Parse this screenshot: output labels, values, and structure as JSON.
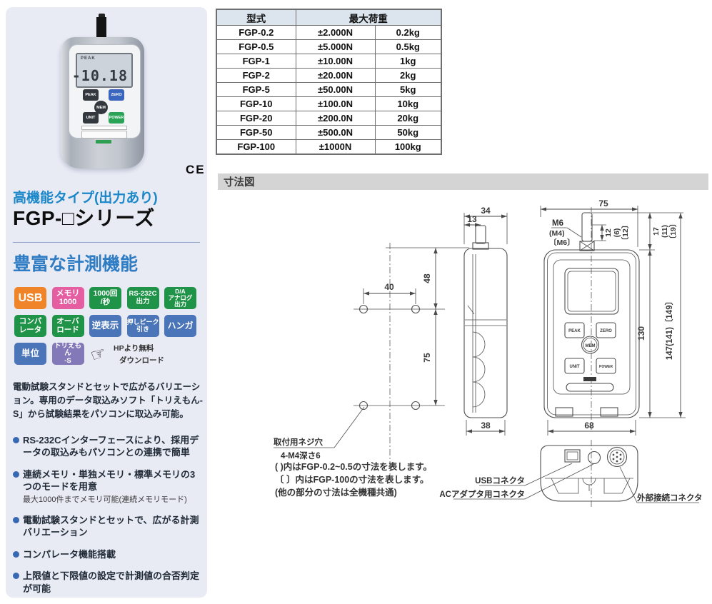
{
  "colors": {
    "sidebar_bg": "#e8eaf4",
    "heading_blue": "#2e7cc3",
    "subtitle_blue": "#1b87c9",
    "badge_orange": "#f08428",
    "badge_pink": "#e55ea2",
    "badge_green": "#1f9347",
    "badge_blue": "#4a75b8",
    "badge_purple": "#8379b8",
    "table_header_bg": "#dce4ee",
    "section_bar_bg": "#d4d4d4",
    "button_blue": "#3b66bd",
    "button_green": "#2aa357"
  },
  "sidebar": {
    "type_label": "高機能タイプ(出力あり)",
    "series_name": "FGP-□シリーズ",
    "features_heading": "豊富な計測機能",
    "ce_mark": "CE",
    "device": {
      "lcd_mode": "PEAK",
      "lcd_value": "-10.18"
    },
    "badges": [
      {
        "label": "USB"
      },
      {
        "label": "メモリ\n1000"
      },
      {
        "label": "1000回\n/秒"
      },
      {
        "label": "RS-232C\n出力"
      },
      {
        "label": "D/A\nアナログ\n出力"
      },
      {
        "label": "コンパ\nレータ"
      },
      {
        "label": "オーバ\nロード"
      },
      {
        "label": "逆表示"
      },
      {
        "label": "押しピーク\n引き"
      },
      {
        "label": "ハンガ"
      },
      {
        "label": "単位"
      },
      {
        "label": "トリえもん\n-S"
      }
    ],
    "download_note": {
      "line1": "HPより無料",
      "line2": "ダウンロード"
    },
    "intro": "電動試験スタンドとセットで広がるバリエーション。専用のデータ取込みソフト「トリえもん-S」から試験結果をパソコンに取込み可能。",
    "bullets": [
      {
        "text": "RS-232Cインターフェースにより、採用データの取込みもパソコンとの連携で簡単"
      },
      {
        "text": "連続メモリ・単独メモリ・標準メモリの3つのモードを用意",
        "sub": "最大1000件までメモリ可能(連続メモリモード)"
      },
      {
        "text": "電動試験スタンドとセットで、広がる計測バリエーション"
      },
      {
        "text": "コンパレータ機能搭載"
      },
      {
        "text": "上限値と下限値の設定で計測値の合否判定が可能"
      }
    ]
  },
  "spec_table": {
    "col_model": "型式",
    "col_capacity": "最大荷重",
    "rows": [
      [
        "FGP-0.2",
        "±2.000N",
        "0.2kg"
      ],
      [
        "FGP-0.5",
        "±5.000N",
        "0.5kg"
      ],
      [
        "FGP-1",
        "±10.00N",
        "1kg"
      ],
      [
        "FGP-2",
        "±20.00N",
        "2kg"
      ],
      [
        "FGP-5",
        "±50.00N",
        "5kg"
      ],
      [
        "FGP-10",
        "±100.0N",
        "10kg"
      ],
      [
        "FGP-20",
        "±200.0N",
        "20kg"
      ],
      [
        "FGP-50",
        "±500.0N",
        "50kg"
      ],
      [
        "FGP-100",
        "±1000N",
        "100kg"
      ]
    ]
  },
  "device_buttons": {
    "peak": "PEAK",
    "zero": "ZERO",
    "mem": "MEM",
    "unit": "UNIT",
    "power": "POWER"
  },
  "dimension_section": {
    "title": "寸法図",
    "dims": {
      "side_depth_top": "34",
      "shaft_offset": "13",
      "hole_offset_top": "48",
      "hole_pitch_w": "40",
      "hole_pitch_h": "75",
      "side_depth_bottom": "38",
      "front_width_top": "75",
      "thread_main": "M6",
      "thread_small": "(M4)",
      "thread_large": "〔M6〕",
      "thread_len": "12",
      "thread_len_small": "(6)",
      "thread_len_large": "〔12〕",
      "shaft_height": "17",
      "shaft_height_small": "(11)",
      "shaft_height_large": "〔19〕",
      "body_height": "130",
      "total_height": "147(141)〔149〕",
      "front_width_bottom": "68"
    },
    "mount_hole_label1": "取付用ネジ穴",
    "mount_hole_label2": "4-M4深さ6",
    "notes": {
      "line1": "( )内はFGP-0.2~0.5の寸法を表します。",
      "line2": "〔 〕内はFGP-100の寸法を表します。",
      "line3": "(他の部分の寸法は全機種共通)"
    },
    "connectors": {
      "usb": "USBコネクタ",
      "ac": "ACアダプタ用コネクタ",
      "external": "外部接続コネクタ"
    }
  }
}
